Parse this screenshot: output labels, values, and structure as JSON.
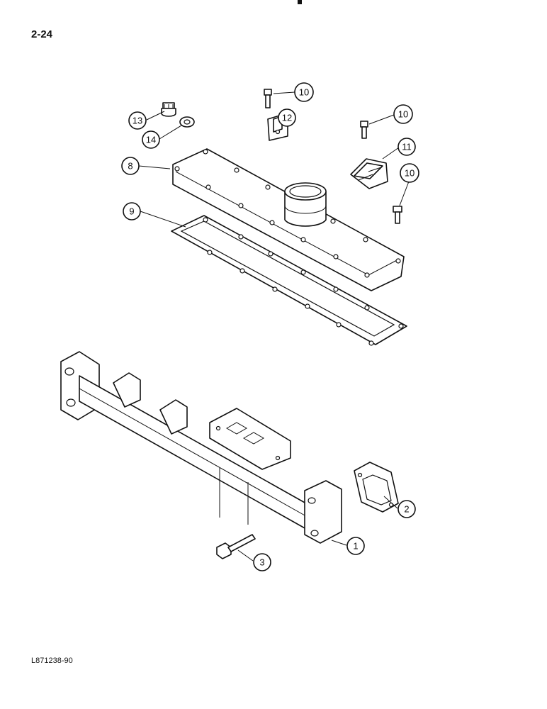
{
  "header": {
    "page_number": "2-24"
  },
  "footer": {
    "figure_code": "L871238-90"
  },
  "callouts": {
    "c1": "1",
    "c2": "2",
    "c3": "3",
    "c8": "8",
    "c9": "9",
    "c10a": "10",
    "c10b": "10",
    "c10c": "10",
    "c11": "11",
    "c12": "12",
    "c13": "13",
    "c14": "14"
  }
}
